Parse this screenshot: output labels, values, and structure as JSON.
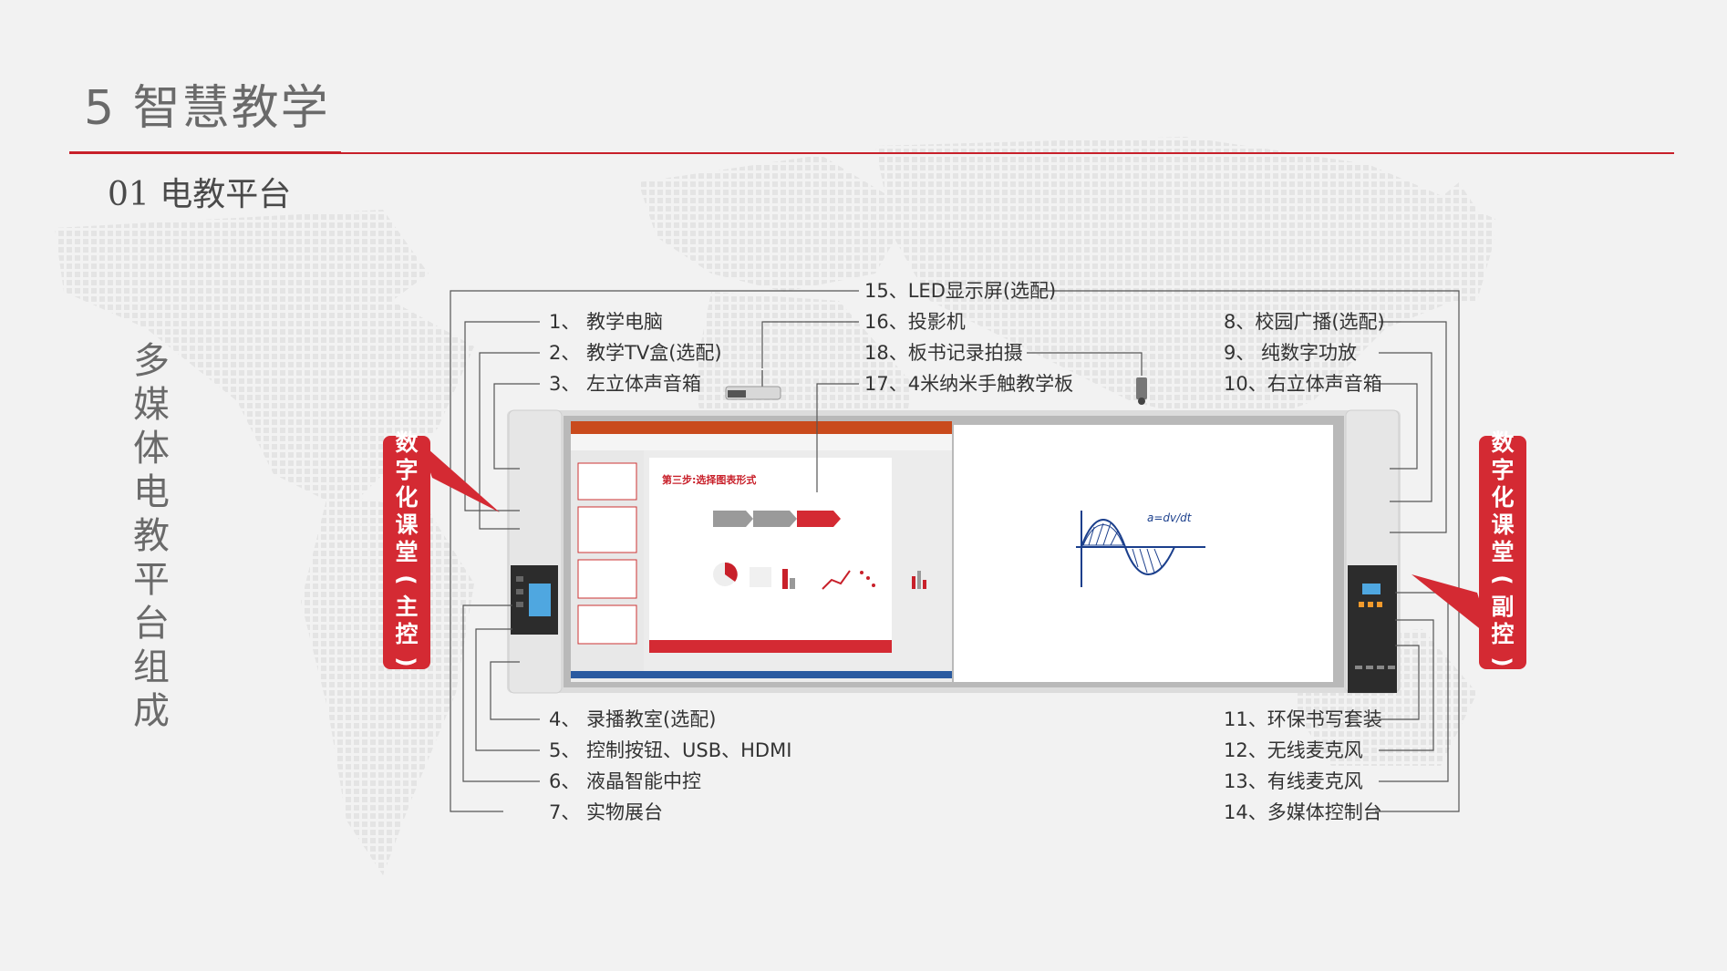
{
  "header": {
    "title": "5 智慧教学",
    "subtitle": "01 电教平台"
  },
  "vertical_title": [
    "多",
    "媒",
    "体",
    "电",
    "教",
    "平",
    "台",
    "组",
    "成"
  ],
  "badges": {
    "left": [
      "数",
      "字",
      "化",
      "课",
      "堂",
      "(",
      "主",
      "控",
      ")"
    ],
    "right": [
      "数",
      "字",
      "化",
      "课",
      "堂",
      "(",
      "副",
      "控",
      ")"
    ]
  },
  "labels": {
    "l1": "1、 教学电脑",
    "l2": "2、 教学TV盒(选配)",
    "l3": "3、 左立体声音箱",
    "l4": "4、 录播教室(选配)",
    "l5": "5、 控制按钮、USB、HDMI",
    "l6": "6、 液晶智能中控",
    "l7": "7、 实物展台",
    "r8": "8、校园广播(选配)",
    "r9": "9、 纯数字功放",
    "r10": "10、右立体声音箱",
    "r11": "11、环保书写套装",
    "r12": "12、无线麦克风",
    "r13": "13、有线麦克风",
    "r14": "14、多媒体控制台",
    "c15": "15、LED显示屏(选配)",
    "c16": "16、投影机",
    "c18": "18、板书记录拍摄",
    "c17": "17、4米纳米手触教学板"
  },
  "screen": {
    "slide_heading": "第三步:选择图表形式",
    "formula": "a=dv/dt"
  },
  "colors": {
    "accent": "#c8202a",
    "badge": "#d42a33",
    "line": "#555555"
  }
}
